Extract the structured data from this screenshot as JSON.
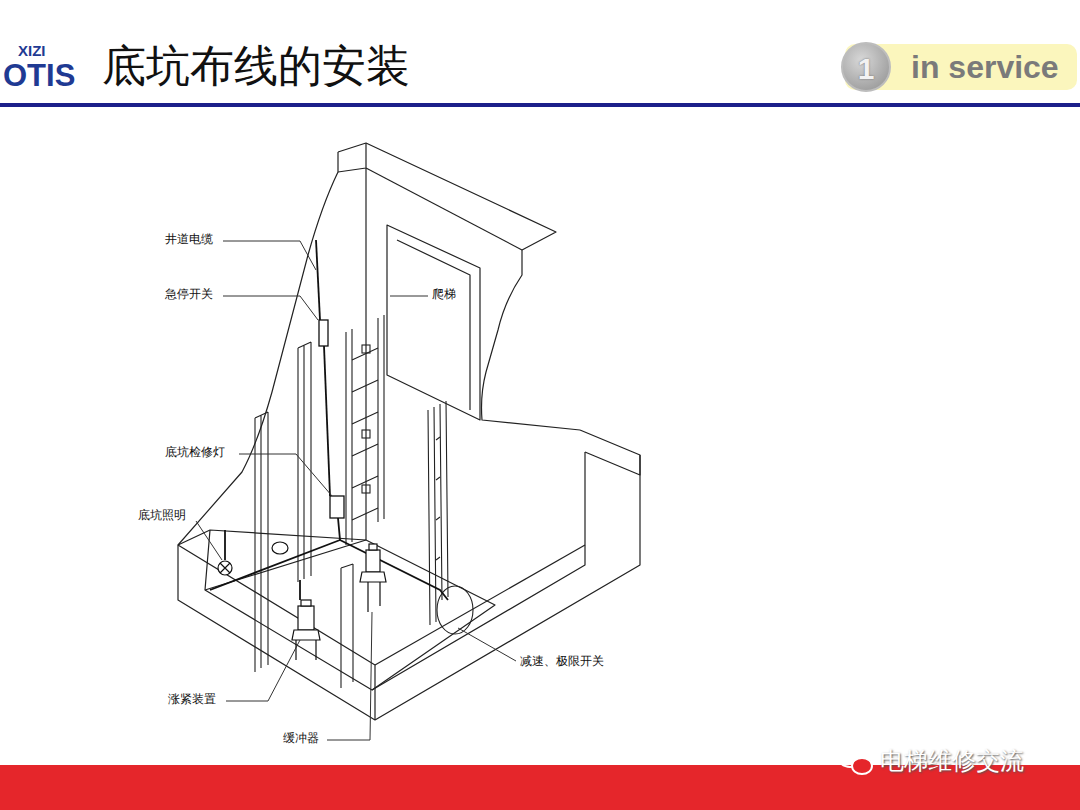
{
  "diagram": {
    "title": "底坑布线的安装",
    "nodes": [
      {
        "text": [
          "in service"
        ]
      },
      {
        "text": [
          "1"
        ],
        "in": 0
      }
    ],
    "labels": [
      "XIZI",
      "OTIS",
      "井道电缆",
      "急停开关",
      "爬梯",
      "底坑检修灯",
      "底坑照明",
      "减速、极限开关",
      "涨紧装置",
      "缓冲器",
      "电梯维修交流"
    ]
  }
}
